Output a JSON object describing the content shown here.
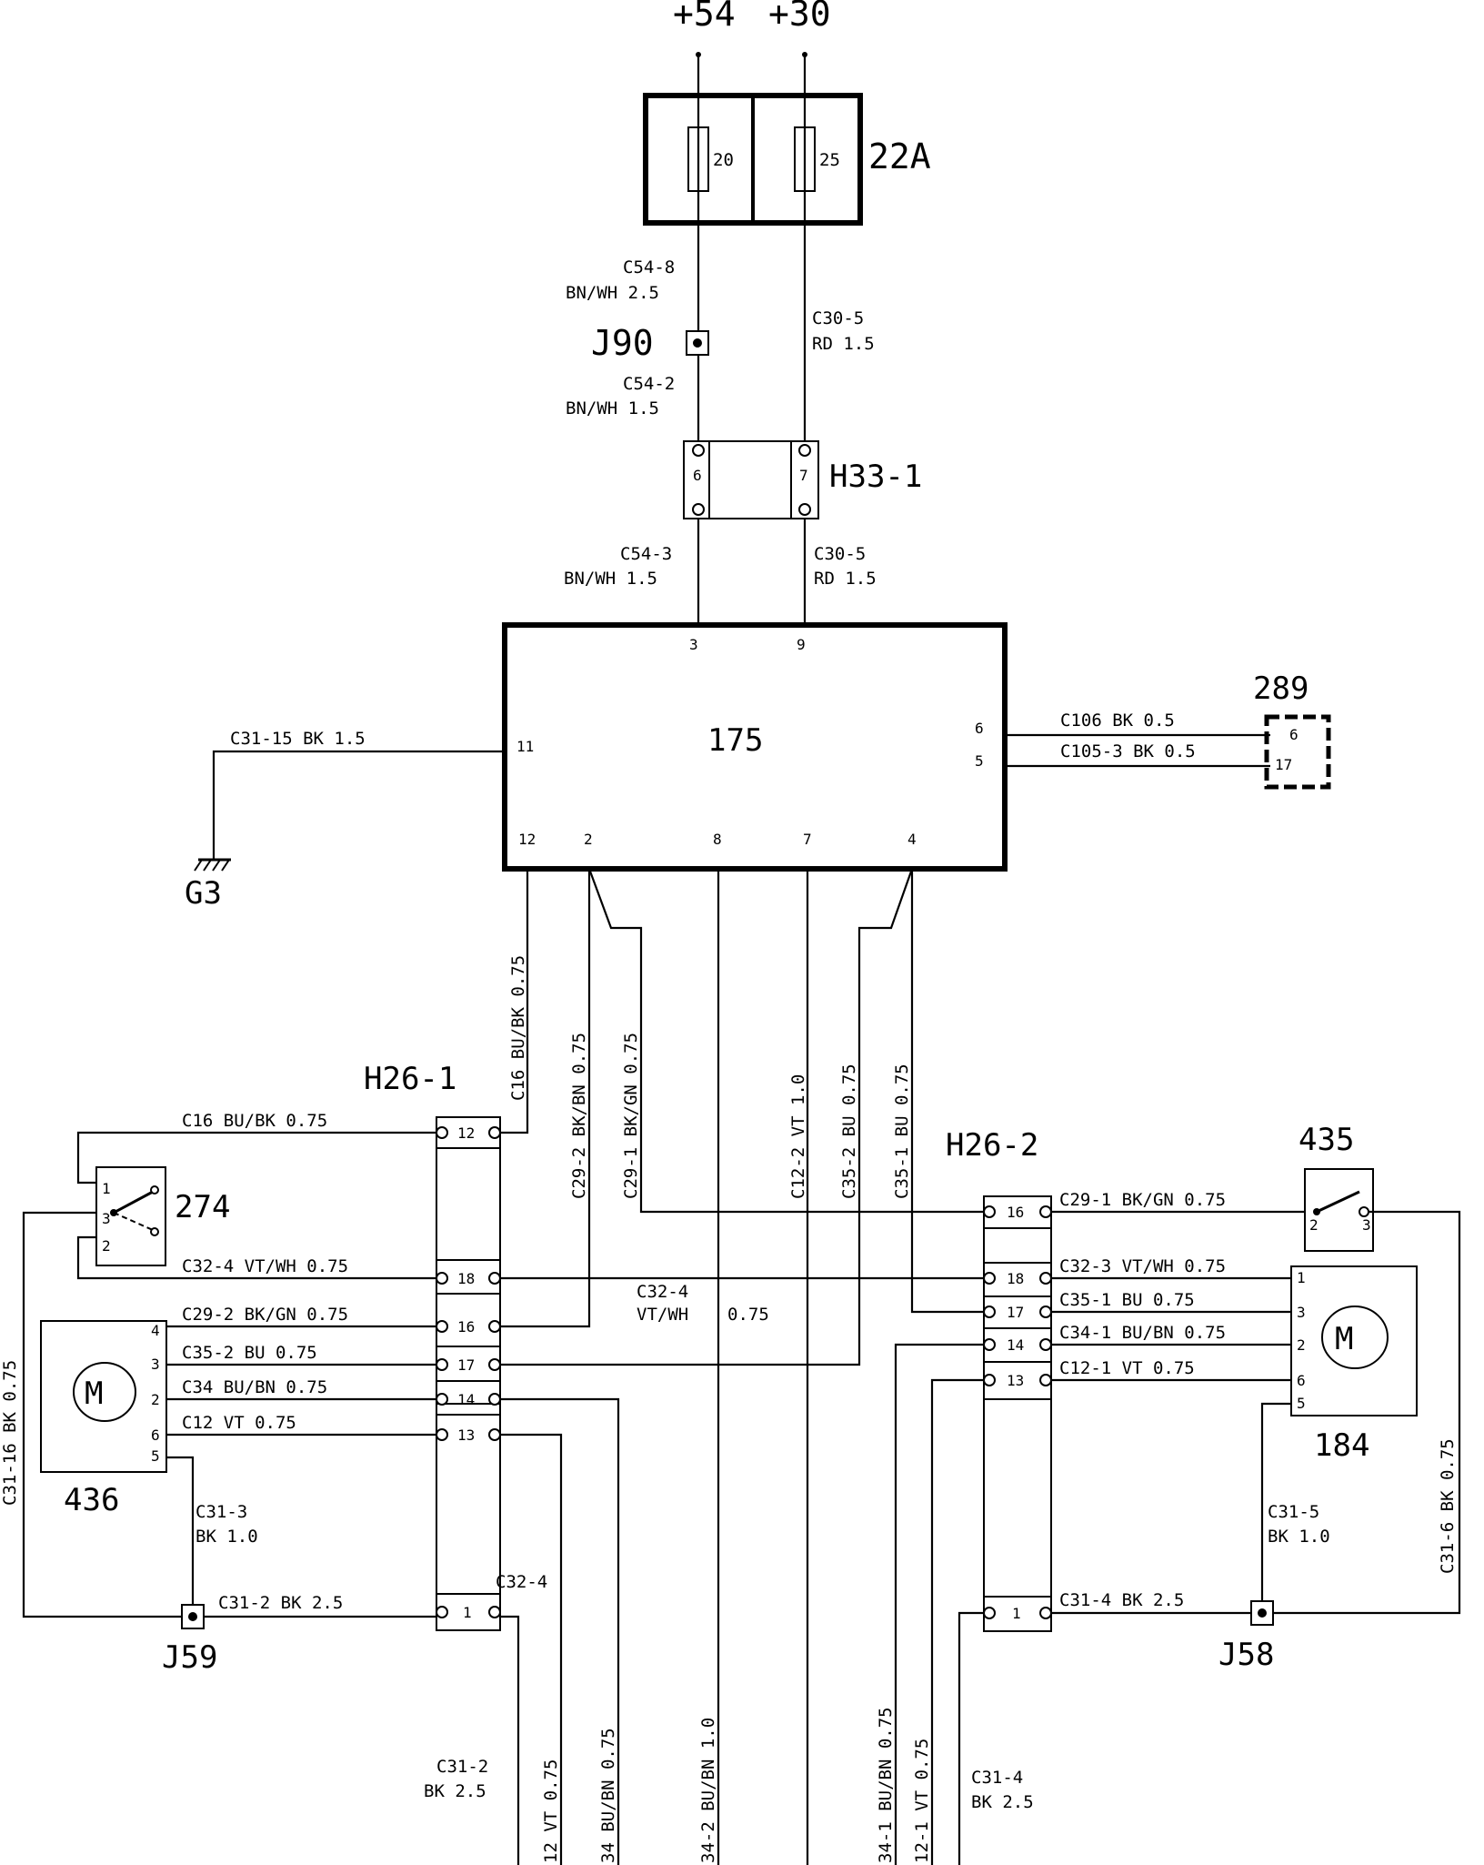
{
  "supply": {
    "plus54": "+54",
    "plus30": "+30"
  },
  "fusebox": {
    "id": "22A",
    "fuse_a": "20",
    "fuse_b": "25"
  },
  "splices": {
    "j90": "J90",
    "j59": "J59",
    "j58": "J58"
  },
  "ground": {
    "id": "G3"
  },
  "connectors": {
    "h33": "H33-1",
    "h261": "H26-1",
    "h262": "H26-2"
  },
  "components": {
    "ecu": "175",
    "c289": "289",
    "c274": "274",
    "c435": "435",
    "c436": "436",
    "c184": "184",
    "motor": "M"
  },
  "wires": {
    "c54_8": "C54-8",
    "bnwh25": "BN/WH 2.5",
    "c30_5": "C30-5",
    "rd15": "RD 1.5",
    "c54_2": "C54-2",
    "bnwh15": "BN/WH 1.5",
    "c54_3": "C54-3",
    "c31_15": "C31-15 BK 1.5",
    "c106": "C106 BK 0.5",
    "c105_3": "C105-3 BK 0.5",
    "v_c16": "C16 BU/BK 0.75",
    "v_c29_2": "C29-2 BK/BN 0.75",
    "v_c29_1": "C29-1 BK/GN 0.75",
    "v_c12_2": "C12-2 VT 1.0",
    "v_c35_2": "C35-2 BU 0.75",
    "v_c35_1": "C35-1 BU 0.75",
    "l_c16": "C16 BU/BK 0.75",
    "l_c32_4": "C32-4 VT/WH 0.75",
    "l_c29_2": "C29-2 BK/GN 0.75",
    "l_c35_2": "C35-2 BU 0.75",
    "l_c34": "C34 BU/BN 0.75",
    "l_c12": "C12 VT 0.75",
    "c31_3": "C31-3",
    "bk10": "BK 1.0",
    "c31_2": "C31-2 BK 2.5",
    "c31_16": "C31-16 BK 0.75",
    "m_c32_4": "C32-4",
    "m_vtwh": "VT/WH",
    "m_075": "0.75",
    "r_c29_1": "C29-1 BK/GN 0.75",
    "r_c32_3": "C32-3 VT/WH 0.75",
    "r_c35_1": "C35-1 BU 0.75",
    "r_c34_1": "C34-1 BU/BN 0.75",
    "r_c12_1": "C12-1 VT 0.75",
    "c31_5": "C31-5",
    "c31_4": "C31-4 BK 2.5",
    "c31_6": "C31-6 BK 0.75",
    "b_c31_2": "C31-2",
    "b_bk25": "BK 2.5",
    "b_c12_vt": "12 VT 0.75",
    "b_c34_bubn": "34 BU/BN 0.75",
    "b_c34_2": "34-2 BU/BN 1.0",
    "b_c34_1": "34-1 BU/BN 0.75",
    "b_c12_1": "12-1 VT 0.75",
    "b_c31_4": "C31-4",
    "b_bk25b": "BK 2.5"
  },
  "pins": {
    "ecu": {
      "p3": "3",
      "p9": "9",
      "p11": "11",
      "p6": "6",
      "p5": "5",
      "p12": "12",
      "p2": "2",
      "p8": "8",
      "p7": "7",
      "p4": "4"
    },
    "h33": {
      "p6": "6",
      "p7": "7"
    },
    "c289": {
      "p6": "6",
      "p17": "17"
    },
    "h261": {
      "p12": "12",
      "p18": "18",
      "p16": "16",
      "p17": "17",
      "p14": "14",
      "p13": "13",
      "p1": "1"
    },
    "h262": {
      "p16": "16",
      "p18": "18",
      "p17": "17",
      "p14": "14",
      "p13": "13",
      "p1": "1"
    },
    "c274": {
      "p1": "1",
      "p3": "3",
      "p2": "2"
    },
    "c435": {
      "p2": "2",
      "p3": "3"
    },
    "c436": {
      "p4": "4",
      "p3": "3",
      "p2": "2",
      "p6": "6",
      "p5": "5"
    },
    "c184": {
      "p1": "1",
      "p3": "3",
      "p2": "2",
      "p6": "6",
      "p5": "5"
    }
  }
}
